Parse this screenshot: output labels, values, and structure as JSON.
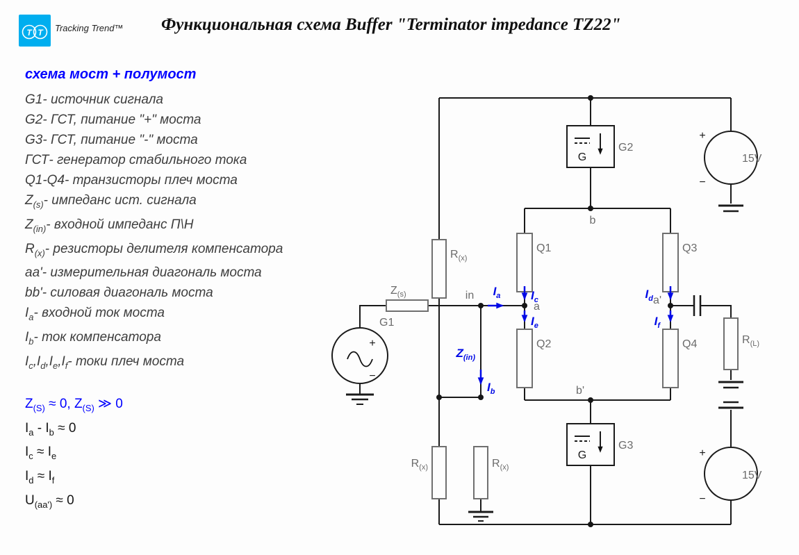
{
  "colors": {
    "background": "#fdfdfd",
    "wire": "#1a1a1a",
    "component_gray": "#6f6f6f",
    "label_gray": "#6b6b6b",
    "current_blue": "#0009e6",
    "heading_blue": "#0000ff",
    "logo_blue": "#00aeef",
    "legend_text": "#3d3d3d"
  },
  "header": {
    "logo_letter": "T",
    "brand": "Tracking Trend™",
    "title": "Функциональная схема Buffer \"Terminator impedance TZ22\""
  },
  "legend": {
    "heading": "схема мост + полумост",
    "items": [
      "G1- источник сигнала",
      "G2- ГСТ, питание \"+\" моста",
      "G3- ГСТ, питание \"-\" моста",
      "ГСТ- генератор стабильного тока",
      "Q1-Q4- транзисторы плеч моста",
      "Z~(s)~- импеданс ист. сигнала",
      "Z~(in)~- входной импеданс П\\Н",
      "R~(x)~- резисторы делителя компенсатора",
      "aa'- измерительная диагональ моста",
      "bb'- силовая диагональ моста",
      "I~a~- входной ток моста",
      "I~b~- ток компенсатора",
      "I~c~,I~d~,I~e~,I~f~- токи плеч моста"
    ],
    "conditions_heading": "Z~(S)~ ≈ 0, Z~(S)~ ≫ 0",
    "conditions": [
      "I~a~ - I~b~ ≈ 0",
      "I~c~ ≈ I~e~",
      "I~d~ ≈ I~f~",
      "U~(aa')~ ≈ 0"
    ]
  },
  "circuit": {
    "labels": {
      "g1": "G1",
      "g2": "G2",
      "g3": "G3",
      "q1": "Q1",
      "q2": "Q2",
      "q3": "Q3",
      "q4": "Q4",
      "rx": "R~(x)~",
      "rl": "R~(L)~",
      "zs": "Z~(s)~",
      "zin": "Z~(in)~",
      "in": "in",
      "a": "a",
      "a_prime": "a'",
      "b": "b",
      "b_prime": "b'",
      "v_top": "15V",
      "v_bottom": "15V",
      "plus": "+",
      "minus": "−",
      "g_letter": "G",
      "ia": "I~a~",
      "ib": "I~b~",
      "ic": "I~c~",
      "id": "I~d~",
      "ie": "I~e~",
      "if": "I~f~"
    }
  }
}
